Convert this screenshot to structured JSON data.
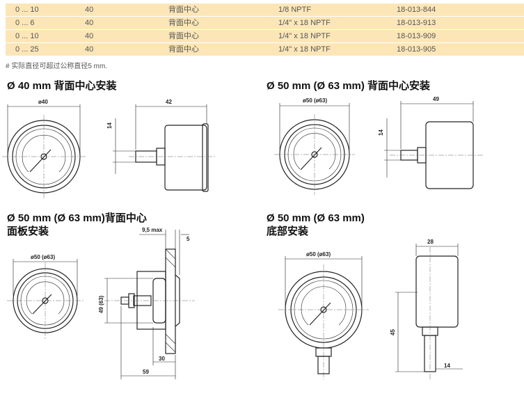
{
  "table": {
    "rows": [
      [
        "0 ... 10",
        "40",
        "背面中心",
        "1/8 NPTF",
        "18-013-844"
      ],
      [
        "0 ... 6",
        "40",
        "背面中心",
        "1/4\" x 18 NPTF",
        "18-013-913"
      ],
      [
        "0 ... 10",
        "40",
        "背面中心",
        "1/4\" x 18 NPTF",
        "18-013-909"
      ],
      [
        "0 ... 25",
        "40",
        "背面中心",
        "1/4\" x 18 NPTF",
        "18-013-905"
      ]
    ]
  },
  "note": "# 实际直径可超过公称直径5 mm.",
  "sections": [
    {
      "title": "Ø 40 mm 背面中心安装",
      "dims": [
        "ø40",
        "42",
        "14"
      ]
    },
    {
      "title": "Ø 50 mm (Ø 63 mm) 背面中心安装",
      "dims": [
        "ø50 (ø63)",
        "49",
        "14"
      ]
    },
    {
      "title": "Ø 50 mm (Ø 63 mm)背面中心",
      "title2": "面板安装",
      "dims": [
        "ø50 (ø63)",
        "9,5 max",
        "5",
        "49 (63)",
        "30",
        "59"
      ]
    },
    {
      "title": "Ø 50 mm (Ø 63 mm)",
      "title2": "底部安装",
      "dims": [
        "ø50 (ø63)",
        "28",
        "45",
        "14"
      ]
    }
  ]
}
